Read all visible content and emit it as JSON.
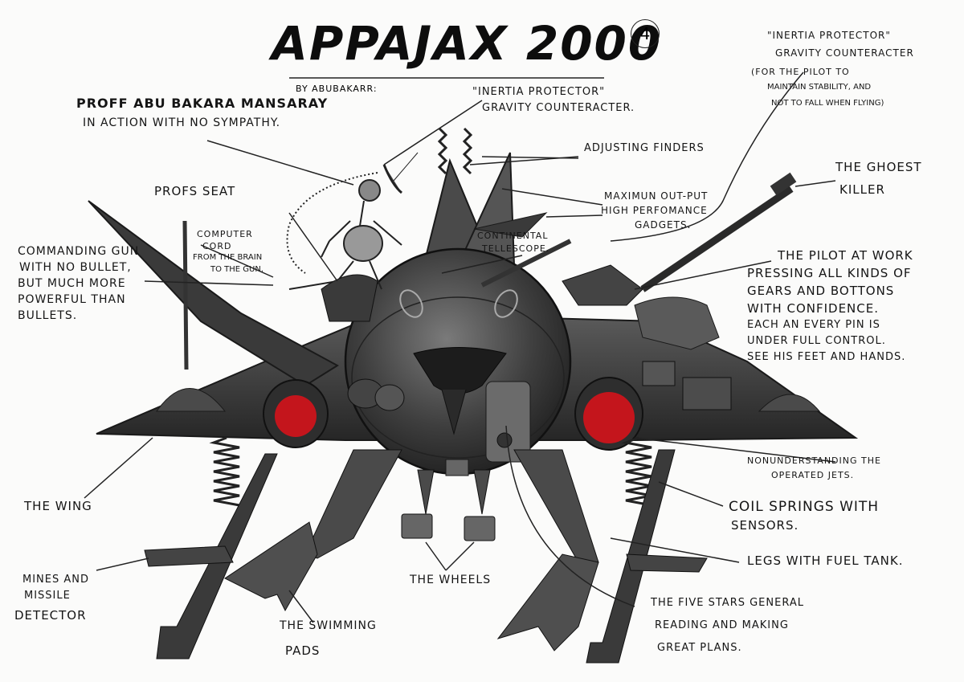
{
  "drawing": {
    "title": "APPAJAX 2000",
    "page_number": "4",
    "byline": "BY ABUBAKARR:",
    "engine_color": "#c4151c",
    "body_color": "#3b3b3b"
  },
  "labels": {
    "prof": [
      "PROFF ABU BAKARA MANSARAY",
      "IN ACTION WITH NO SYMPATHY."
    ],
    "inertia_center": [
      "\"INERTIA PROTECTOR\"",
      "GRAVITY COUNTERACTER."
    ],
    "inertia_right": [
      "\"INERTIA PROTECTOR\"",
      "GRAVITY COUNTERACTER",
      "(FOR THE PILOT TO",
      "MAINTAIN STABILITY, AND",
      "NOT TO FALL WHEN FLYING)"
    ],
    "adjusting": "ADJUSTING FINDERS",
    "ghost": [
      "THE GHOEST",
      "KILLER"
    ],
    "profs_seat": "PROFS SEAT",
    "computer_cord": [
      "COMPUTER",
      "CORD",
      "FROM THE BRAIN",
      "TO THE GUN."
    ],
    "maximum": [
      "MAXIMUN OUT-PUT",
      "HIGH PERFOMANCE",
      "GADGETS."
    ],
    "continental": [
      "CONTINENTAL",
      "TELLESCOPE."
    ],
    "commanding": [
      "COMMANDING GUN",
      "WITH NO BULLET,",
      "BUT MUCH MORE",
      "POWERFUL THAN",
      "BULLETS."
    ],
    "pilot": [
      "THE PILOT AT WORK",
      "PRESSING ALL KINDS OF",
      "GEARS AND BOTTONS",
      "WITH CONFIDENCE.",
      "EACH AN EVERY PIN IS",
      "UNDER FULL CONTROL.",
      "SEE HIS FEET AND HANDS."
    ],
    "jets": [
      "NONUNDERSTANDING THE",
      "OPERATED JETS."
    ],
    "wing": "THE WING",
    "coil": [
      "COIL SPRINGS WITH",
      "SENSORS."
    ],
    "mines": [
      "MINES AND",
      "MISSILE",
      "DETECTOR"
    ],
    "wheels": "THE WHEELS",
    "legs": "LEGS WITH FUEL TANK.",
    "swimming": [
      "THE SWIMMING",
      "PADS"
    ],
    "five_stars": [
      "THE FIVE STARS GENERAL",
      "READING AND MAKING",
      "GREAT PLANS."
    ]
  }
}
